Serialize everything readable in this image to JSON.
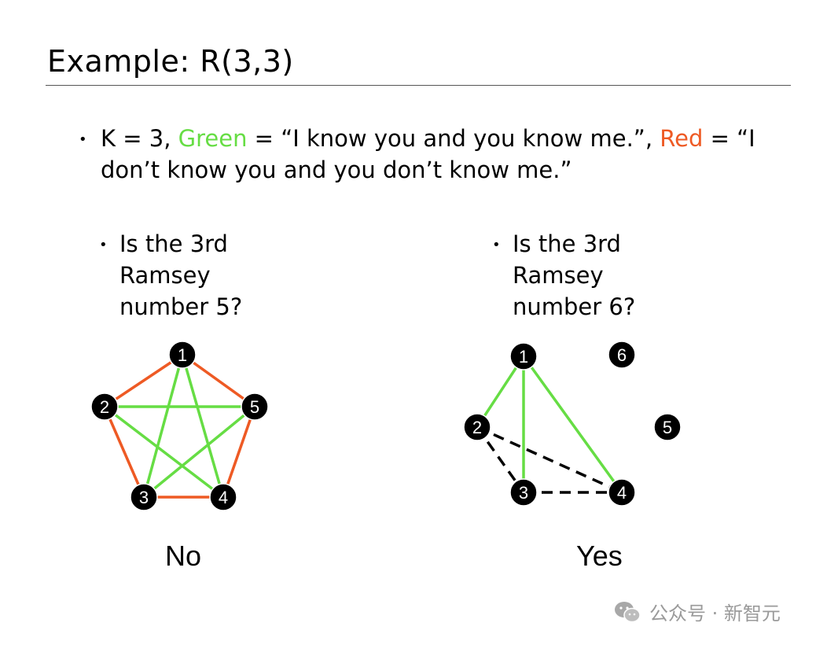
{
  "slide": {
    "title": "Example: R(3,3)",
    "bullet": {
      "prefix": "K = 3, ",
      "green_word": "Green",
      "mid": " = “I know you and you know me.”, ",
      "red_word": "Red",
      "suffix": " = “I don’t know you and you don’t know me.”"
    },
    "colors": {
      "green": "#66dd44",
      "red": "#ee5a24",
      "node": "#000000"
    }
  },
  "left_panel": {
    "question_lines": [
      "Is the 3rd",
      "Ramsey",
      "number 5?"
    ],
    "answer": "No",
    "nodes": [
      "1",
      "2",
      "3",
      "4",
      "5"
    ],
    "edges": [
      {
        "from": "1",
        "to": "2",
        "color": "red"
      },
      {
        "from": "2",
        "to": "3",
        "color": "red"
      },
      {
        "from": "3",
        "to": "4",
        "color": "red"
      },
      {
        "from": "4",
        "to": "5",
        "color": "red"
      },
      {
        "from": "5",
        "to": "1",
        "color": "red"
      },
      {
        "from": "1",
        "to": "3",
        "color": "green"
      },
      {
        "from": "1",
        "to": "4",
        "color": "green"
      },
      {
        "from": "2",
        "to": "5",
        "color": "green"
      },
      {
        "from": "2",
        "to": "4",
        "color": "green"
      },
      {
        "from": "3",
        "to": "5",
        "color": "green"
      }
    ]
  },
  "right_panel": {
    "question_lines": [
      "Is the 3rd",
      "Ramsey",
      "number 6?"
    ],
    "answer": "Yes",
    "nodes": [
      "1",
      "2",
      "3",
      "4",
      "5",
      "6"
    ],
    "edges": [
      {
        "from": "1",
        "to": "2",
        "color": "green"
      },
      {
        "from": "1",
        "to": "3",
        "color": "green"
      },
      {
        "from": "1",
        "to": "4",
        "color": "green"
      },
      {
        "from": "2",
        "to": "3",
        "color": "dashed"
      },
      {
        "from": "2",
        "to": "4",
        "color": "dashed"
      },
      {
        "from": "3",
        "to": "4",
        "color": "dashed"
      }
    ]
  },
  "watermark": {
    "text": "公众号 · 新智元",
    "icon": "wechat-icon"
  }
}
